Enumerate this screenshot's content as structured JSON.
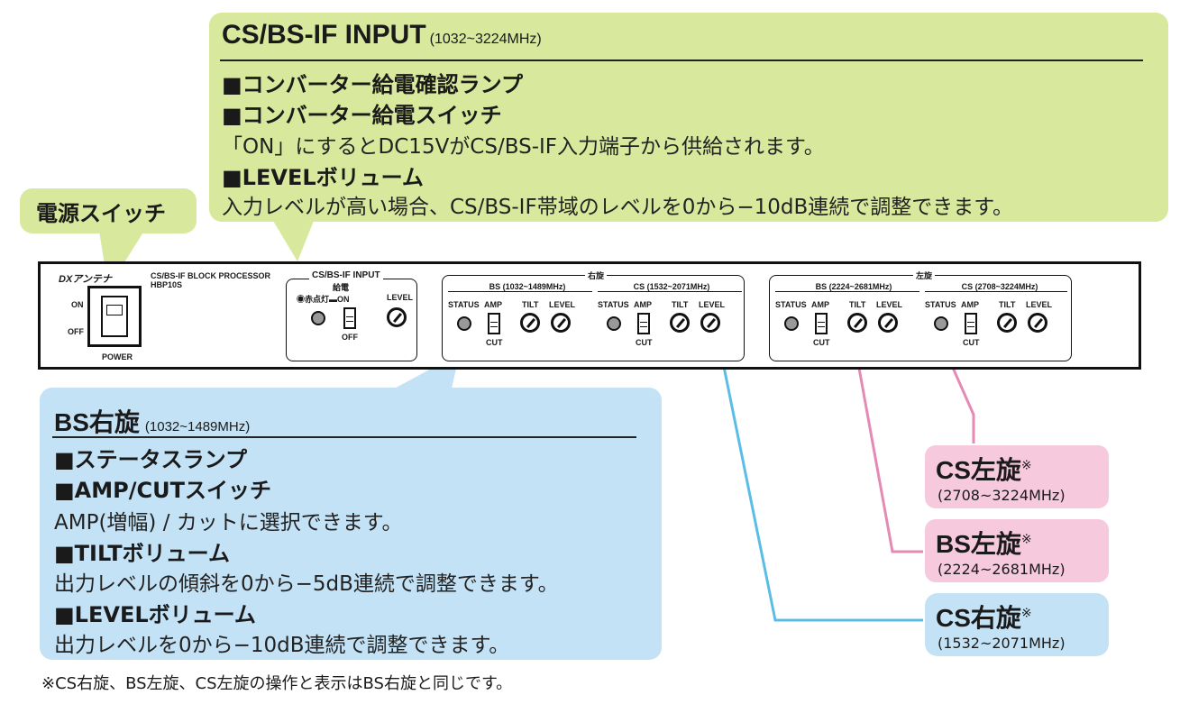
{
  "cs_bs_if": {
    "title": "CS/BS-IF INPUT",
    "freq": "(1032~3224MHz)",
    "lines": [
      "■コンバーター給電確認ランプ",
      "■コンバーター給電スイッチ",
      "「ON」にするとDC15VがCS/BS-IF入力端子から供給されます。",
      "■LEVELボリューム",
      "入力レベルが高い場合、CS/BS-IF帯域のレベルを0から−10dB連続で調整できます。"
    ]
  },
  "power_callout": "電源スイッチ",
  "bs_right": {
    "title": "BS右旋",
    "freq": "(1032~1489MHz)",
    "lines": [
      "■ステータスランプ",
      "■AMP/CUTスイッチ",
      "AMP(増幅) / カットに選択できます。",
      "■TILTボリューム",
      "出力レベルの傾斜を0から−5dB連続で調整できます。",
      "■LEVELボリューム",
      "出力レベルを0から−10dB連続で調整できます。"
    ]
  },
  "cs_left": {
    "title": "CS左旋",
    "mark": "※",
    "freq": "(2708~3224MHz)"
  },
  "bs_left": {
    "title": "BS左旋",
    "mark": "※",
    "freq": "(2224~2681MHz)"
  },
  "cs_right": {
    "title": "CS右旋",
    "mark": "※",
    "freq": "(1532~2071MHz)"
  },
  "footnote": "※CS右旋、BS左旋、CS左旋の操作と表示はBS右旋と同じです。",
  "device": {
    "brand": "DXアンテナ",
    "model_line1": "CS/BS-IF BLOCK PROCESSOR",
    "model_line2": "HBP10S",
    "on": "ON",
    "off": "OFF",
    "power": "POWER",
    "input_frame_title": "CS/BS-IF INPUT",
    "feed": "給電",
    "lamp_label": "赤点灯",
    "input_on": "ON",
    "input_off": "OFF",
    "input_level": "LEVEL",
    "right_group": "右旋",
    "left_group": "左旋",
    "bands": [
      {
        "name": "BS (1032~1489MHz)"
      },
      {
        "name": "CS (1532~2071MHz)"
      },
      {
        "name": "BS (2224~2681MHz)"
      },
      {
        "name": "CS (2708~3224MHz)"
      }
    ],
    "ctrl_status": "STATUS",
    "ctrl_amp": "AMP",
    "ctrl_tilt": "TILT",
    "ctrl_level": "LEVEL",
    "ctrl_cut": "CUT"
  },
  "colors": {
    "green": "#d8e89c",
    "blue": "#c3e2f6",
    "pink": "#f6c9dc",
    "blue_line": "#5bbde6",
    "pink_line": "#e48ab5"
  }
}
